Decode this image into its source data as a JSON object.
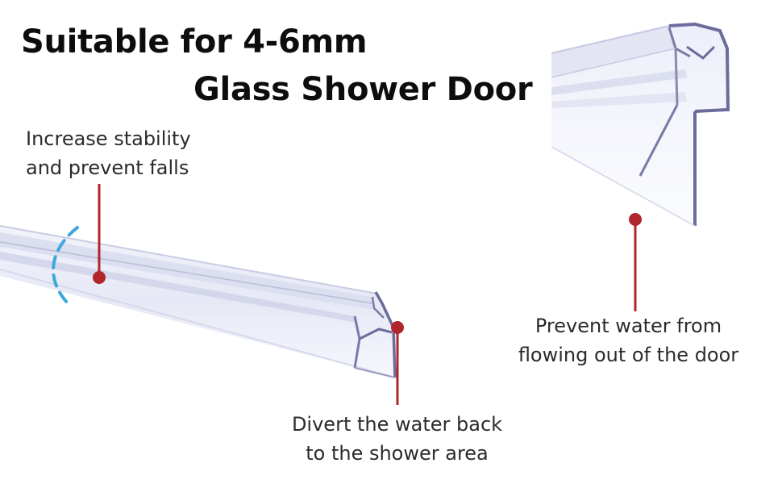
{
  "title": {
    "line_1": "Suitable for 4-6mm",
    "line_2": "Glass Shower Door"
  },
  "callouts": {
    "stability": {
      "line_1": "Increase stability",
      "line_2": "and prevent falls"
    },
    "prevent_water": {
      "line_1": "Prevent water from",
      "line_2": "flowing out of the door"
    },
    "divert_water": {
      "line_1": "Divert the water back",
      "line_2": "to the shower area"
    }
  },
  "colors": {
    "marker": "#b0262c",
    "dashed_arc": "#3fa9dc",
    "seal_edge": "#6b6b9c"
  }
}
